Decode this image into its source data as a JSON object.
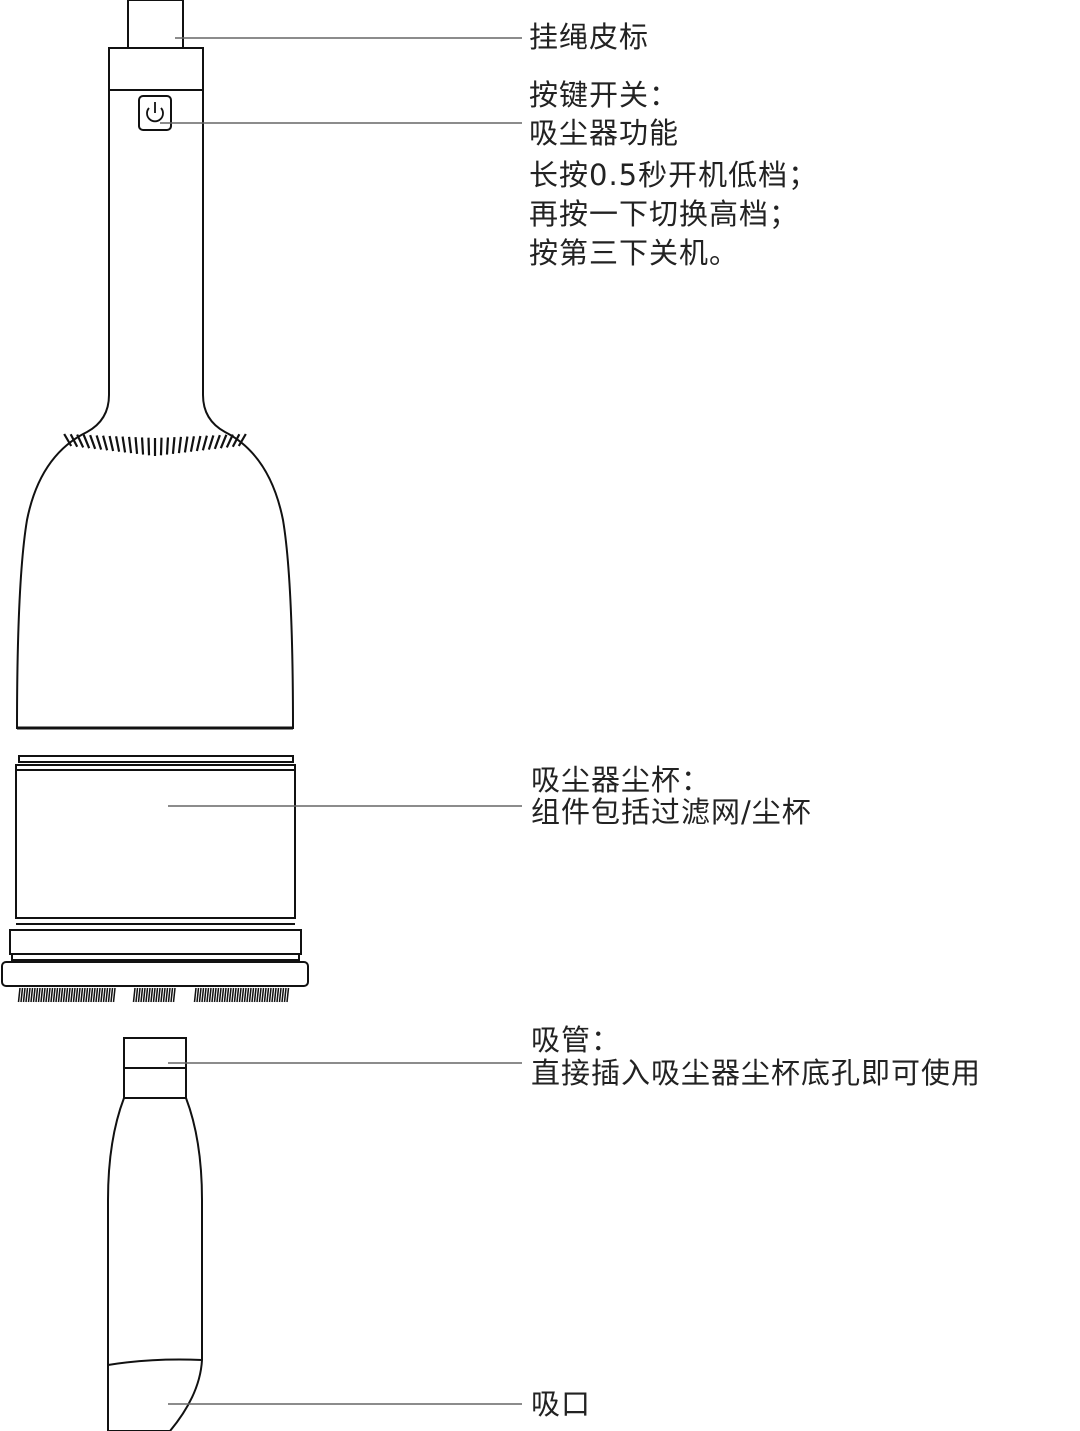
{
  "labels": {
    "strap": "挂绳皮标",
    "button_title": "按键开关：",
    "button_lines": [
      "吸尘器功能",
      "长按0.5秒开机低档；",
      "再按一下切换高档；",
      "按第三下关机。"
    ],
    "cup_title": "吸尘器尘杯：",
    "cup_desc": "组件包括过滤网/尘杯",
    "tube_title": "吸管：",
    "tube_desc": "直接插入吸尘器尘杯底孔即可使用",
    "nozzle": "吸口"
  },
  "colors": {
    "line": "#111111",
    "leader": "#666666"
  }
}
